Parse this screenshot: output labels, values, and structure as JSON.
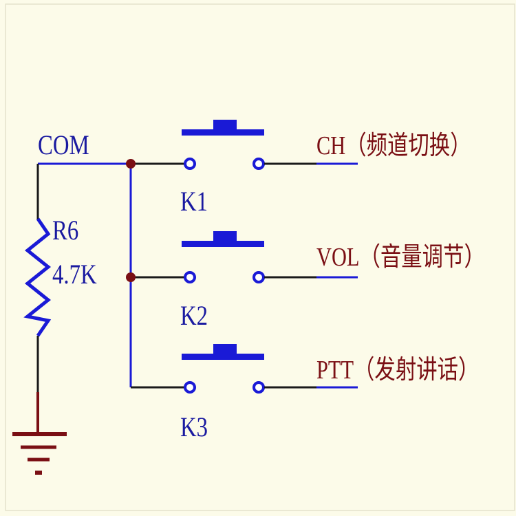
{
  "colors": {
    "background": "#fcfbe9",
    "blue_wire": "#1a1ad6",
    "black_wire": "#1a1a1a",
    "dark_red": "#7a0f14",
    "label_blue": "#1a1aa0"
  },
  "labels": {
    "com": "COM",
    "resistor_name": "R6",
    "resistor_value": "4.7K"
  },
  "switches": [
    {
      "name": "K1",
      "output": "CH（频道切换）"
    },
    {
      "name": "K2",
      "output": "VOL（音量调节）"
    },
    {
      "name": "K3",
      "output": "PTT（发射讲话）"
    }
  ]
}
